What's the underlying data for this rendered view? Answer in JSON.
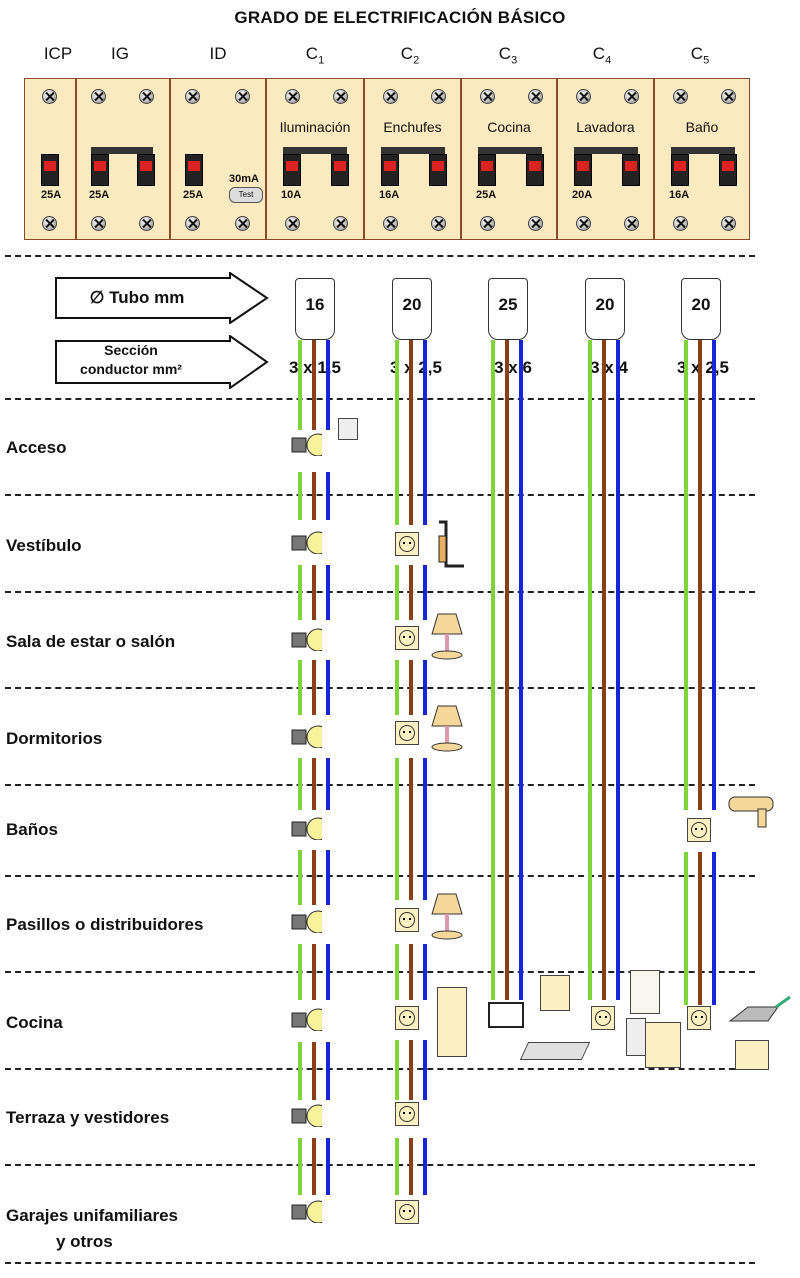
{
  "title": "GRADO DE ELECTRIFICACIÓN BÁSICO",
  "columns": [
    {
      "id": "icp",
      "head": "ICP",
      "sub": "",
      "label": "",
      "amp": "25A"
    },
    {
      "id": "ig",
      "head": "IG",
      "sub": "",
      "label": "",
      "amp": "25A"
    },
    {
      "id": "id",
      "head": "ID",
      "sub": "",
      "label": "",
      "amp": "25A",
      "sens": "30mA",
      "test": "Test"
    },
    {
      "id": "c1",
      "head": "C",
      "sub": "1",
      "label": "Iluminación",
      "amp": "10A"
    },
    {
      "id": "c2",
      "head": "C",
      "sub": "2",
      "label": "Enchufes",
      "amp": "16A"
    },
    {
      "id": "c3",
      "head": "C",
      "sub": "3",
      "label": "Cocina",
      "amp": "25A"
    },
    {
      "id": "c4",
      "head": "C",
      "sub": "4",
      "label": "Lavadora",
      "amp": "20A"
    },
    {
      "id": "c5",
      "head": "C",
      "sub": "5",
      "label": "Baño",
      "amp": "16A"
    }
  ],
  "tubo_label": "∅ Tubo mm",
  "seccion_label_1": "Sección",
  "seccion_label_2": "conductor mm²",
  "tubes": [
    "16",
    "20",
    "25",
    "20",
    "20"
  ],
  "sections": [
    "3 x 1,5",
    "3 x 2,5",
    "3 x 6",
    "3 x 4",
    "3 x 2,5"
  ],
  "rooms": [
    "Acceso",
    "Vestíbulo",
    "Sala de estar o salón",
    "Dormitorios",
    "Baños",
    "Pasillos o distribuidores",
    "Cocina",
    "Terraza  y  vestidores",
    "Garajes unifamiliares",
    "y otros"
  ],
  "colors": {
    "earth": "#7fd43a",
    "phase": "#8a3f14",
    "neutral": "#1526d6",
    "panel": "#fbe9bf"
  }
}
